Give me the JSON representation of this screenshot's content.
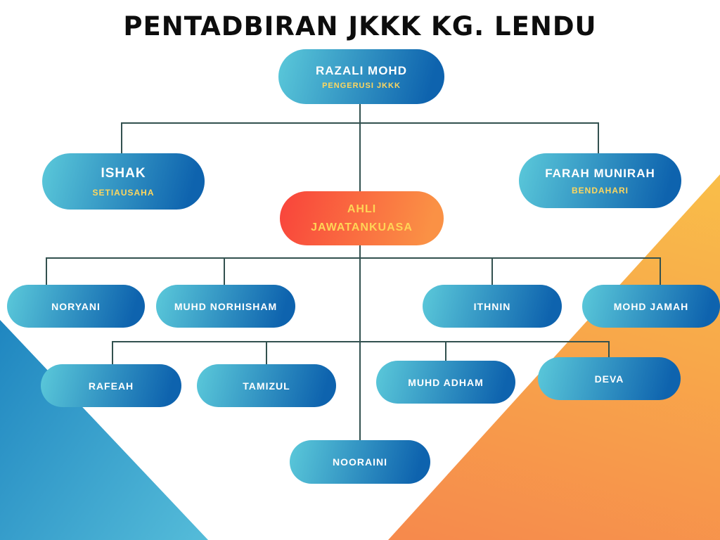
{
  "title": "PENTADBIRAN JKKK KG. LENDU",
  "org": {
    "chairman": {
      "name": "RAZALI MOHD",
      "role": "PENGERUSI JKKK"
    },
    "secretary": {
      "name": "ISHAK",
      "role": "SETIAUSAHA"
    },
    "treasurer": {
      "name": "FARAH MUNIRAH",
      "role": "BENDAHARI"
    },
    "committee": {
      "label": "AHLI JAWATANKUASA",
      "members": [
        "NORYANI",
        "MUHD NORHISHAM",
        "ITHNIN",
        "MOHD JAMAH",
        "RAFEAH",
        "TAMIZUL",
        "MUHD ADHAM",
        "DEVA",
        "NOORAINI"
      ]
    }
  },
  "colors": {
    "node_gradient": [
      "#5bc9da",
      "#0e63ae"
    ],
    "committee_gradient": [
      "#f9433b",
      "#fa9145"
    ],
    "accent_yellow": "#ffd75e",
    "connector_line": "#32514f",
    "triangle_blue": [
      "#1f86c0",
      "#55bcd9"
    ],
    "triangle_orange": [
      "#f9be49",
      "#f6894c"
    ]
  }
}
